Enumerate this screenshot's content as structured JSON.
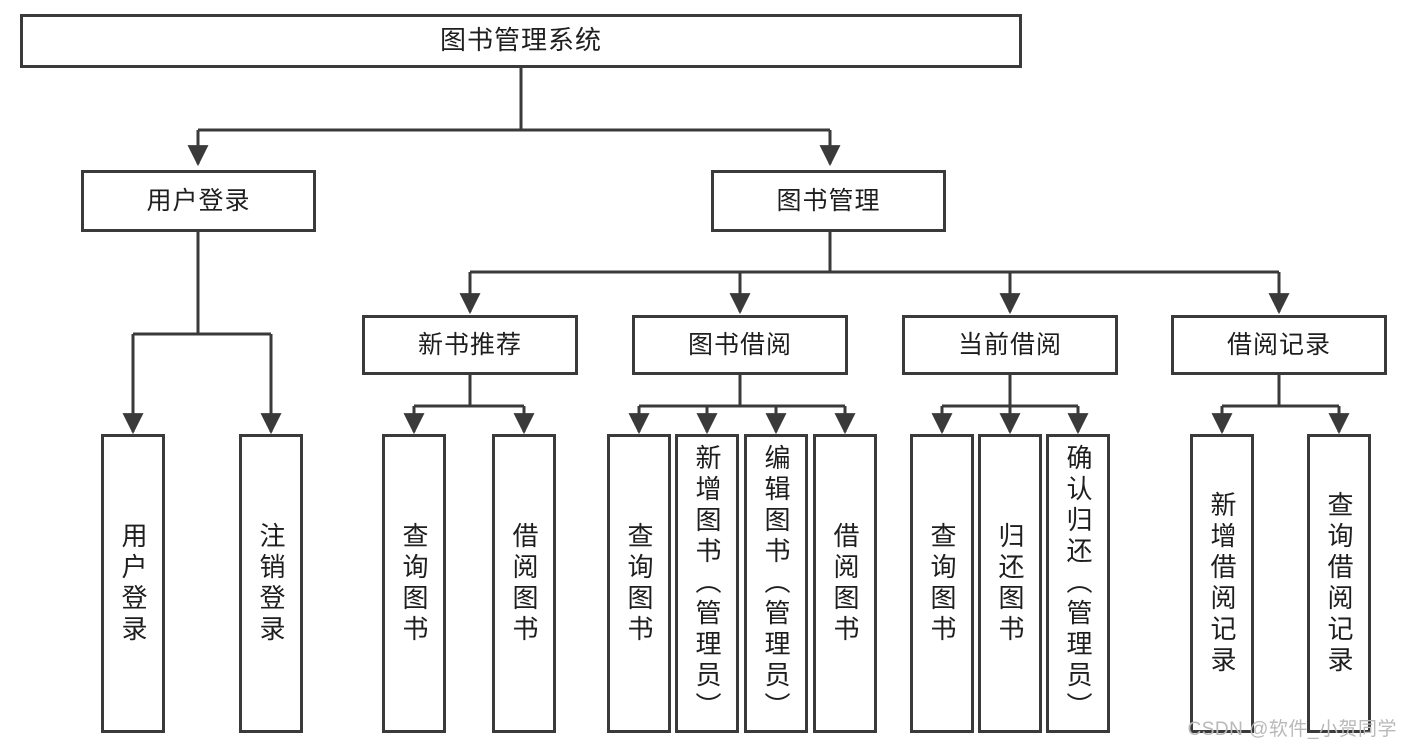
{
  "diagram": {
    "type": "tree-flowchart",
    "title": "图书管理系统",
    "watermark": "CSDN @软件_小贺同学",
    "colors": {
      "stroke": "#3a3a3a",
      "fill": "#ffffff",
      "text": "#1e1e1e",
      "watermark": "#b9b9b9"
    },
    "nodes": {
      "root": {
        "label": "图书管理系统"
      },
      "level2": [
        {
          "id": "user-login",
          "label": "用户登录"
        },
        {
          "id": "book-manage",
          "label": "图书管理"
        }
      ],
      "level3": [
        {
          "id": "new-book-rec",
          "label": "新书推荐"
        },
        {
          "id": "book-borrow",
          "label": "图书借阅"
        },
        {
          "id": "current-borrow",
          "label": "当前借阅"
        },
        {
          "id": "borrow-record",
          "label": "借阅记录"
        }
      ],
      "leaves": {
        "user-login": [
          {
            "id": "leaf-user-login",
            "label": "用户登录"
          },
          {
            "id": "leaf-logout",
            "label": "注销登录"
          }
        ],
        "new-book-rec": [
          {
            "id": "leaf-query-book-1",
            "label": "查询图书"
          },
          {
            "id": "leaf-borrow-book-1",
            "label": "借阅图书"
          }
        ],
        "book-borrow": [
          {
            "id": "leaf-query-book-2",
            "label": "查询图书"
          },
          {
            "id": "leaf-add-book",
            "label": "新增图书（管理员）"
          },
          {
            "id": "leaf-edit-book",
            "label": "编辑图书（管理员）"
          },
          {
            "id": "leaf-borrow-book-2",
            "label": "借阅图书"
          }
        ],
        "current-borrow": [
          {
            "id": "leaf-query-book-3",
            "label": "查询图书"
          },
          {
            "id": "leaf-return-book",
            "label": "归还图书"
          },
          {
            "id": "leaf-confirm-return",
            "label": "确认归还（管理员）"
          }
        ],
        "borrow-record": [
          {
            "id": "leaf-add-record",
            "label": "新增借阅记录"
          },
          {
            "id": "leaf-query-record",
            "label": "查询借阅记录"
          }
        ]
      }
    }
  }
}
